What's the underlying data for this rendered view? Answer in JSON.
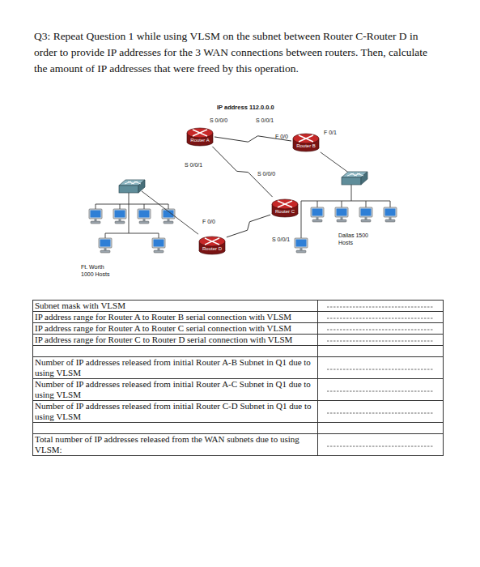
{
  "diagram": {
    "nodes": [
      {
        "text": [
          "Router A"
        ]
      },
      {
        "text": [
          "Router B"
        ]
      },
      {
        "text": [
          "Router C"
        ]
      },
      {
        "text": [
          "Router D"
        ]
      }
    ],
    "edges": [
      {
        "from": 0,
        "to": 1,
        "arrow": "none"
      },
      {
        "from": 0,
        "to": 2,
        "arrow": "none"
      },
      {
        "from": 2,
        "to": 3,
        "arrow": "none"
      }
    ],
    "labels": [
      "Q3: Repeat Question 1 while using VLSM on the subnet between Router C-Router D in order to provide IP addresses for the 3 WAN connections between routers. Then, calculate the amount of IP addresses that were freed by this operation.",
      "IP address 112.0.0.0",
      "S 0/0/0",
      "S 0/0/1",
      "F 0/0",
      "F 0/1",
      "S 0/0/1",
      "S 0/0/0",
      "F 0/0",
      "S 0/0/1",
      "Ft. Worth 1000 Hosts",
      "Dallas 1500 Hosts",
      "Subnet mask with VLSM",
      "IP address range for Router A to Router B serial connection with VLSM",
      "IP address range for Router A to Router C serial connection with VLSM",
      "IP address range for Router C to Router D serial connection with VLSM",
      "Number of IP addresses released from initial Router A-B Subnet in Q1 due to using VLSM",
      "Number of IP addresses released from initial Router A-C Subnet in Q1 due to using VLSM",
      "Number of IP addresses released from initial Router C-D Subnet in Q1 due to using VLSM",
      "Total number of IP addresses released from the WAN subnets due to using VLSM:"
    ]
  }
}
